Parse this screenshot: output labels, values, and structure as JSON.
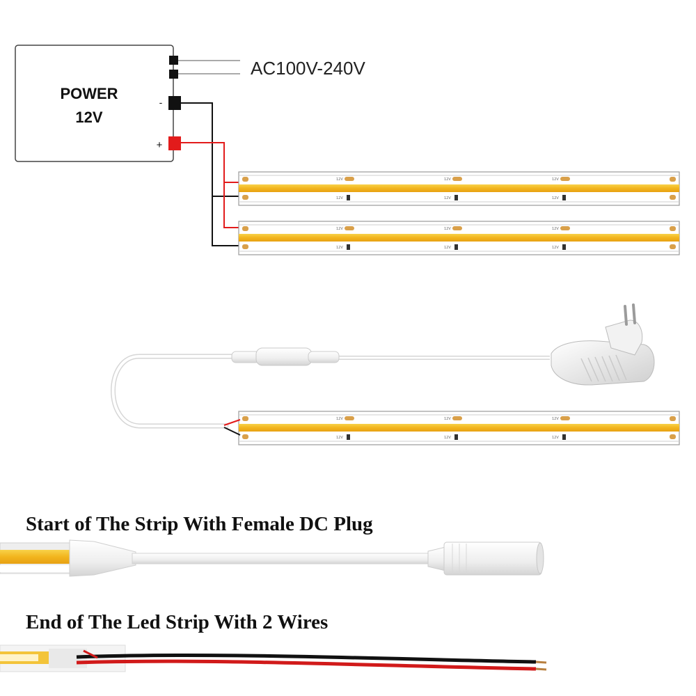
{
  "power_box": {
    "title_line1": "POWER",
    "title_line2": "12V",
    "minus_symbol": "-",
    "plus_symbol": "+"
  },
  "ac_input": {
    "label": "AC100V-240V"
  },
  "strip": {
    "pad_label_top": "12V",
    "pad_label_bottom": "12V",
    "cob_color": "#f2b51e",
    "pad_color": "#d9a04a"
  },
  "wire_colors": {
    "negative": "#111111",
    "positive": "#e21b1b"
  },
  "captions": {
    "start": "Start of The Strip With Female DC Plug",
    "end": "End of The Led Strip With 2 Wires"
  }
}
